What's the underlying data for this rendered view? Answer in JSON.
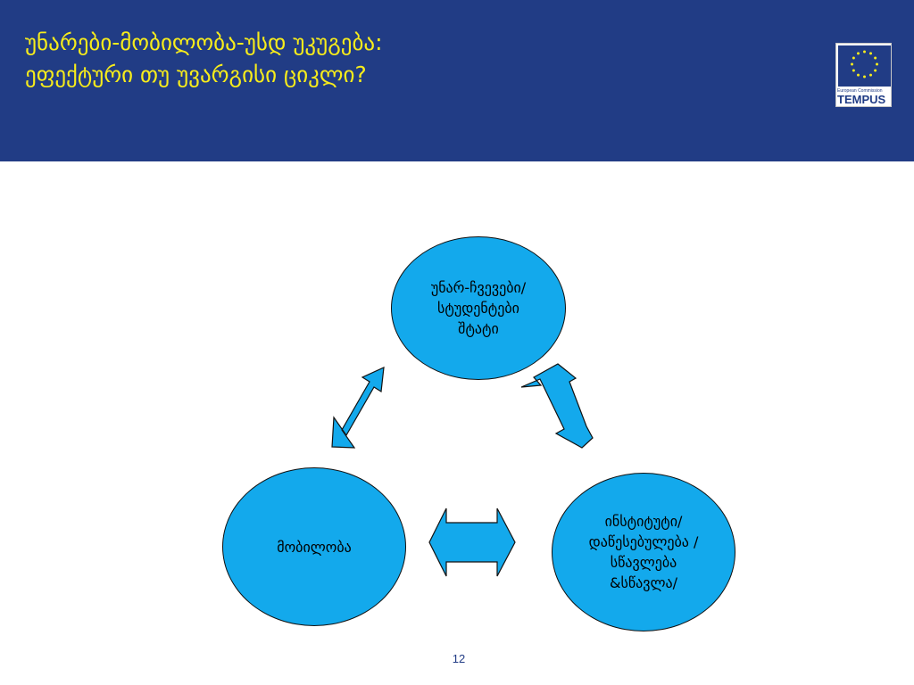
{
  "slide": {
    "title_lines": [
      "უნარები-მობილობა-უსდ უკუგება:",
      "ეფექტური თუ უვარგისი ციკლი?"
    ],
    "page_number": "12"
  },
  "logo": {
    "caption": "European Commission",
    "word": "TEMPUS",
    "colors": {
      "flag": "#213c85",
      "stars": "#f7ec1b"
    }
  },
  "diagram": {
    "nodes": [
      {
        "id": "skills",
        "label": "უნარ-ჩვევები/\nსტუდენტები\nშტატი"
      },
      {
        "id": "mobility",
        "label": "მობილობა"
      },
      {
        "id": "institution",
        "label": "ინსტიტუტი/\nდაწესებულება /\nსწავლება\n&სწავლა/"
      }
    ],
    "arrows": [
      {
        "from": "skills",
        "to": "mobility",
        "type": "double"
      },
      {
        "from": "skills",
        "to": "institution",
        "type": "double"
      },
      {
        "from": "mobility",
        "to": "institution",
        "type": "double"
      }
    ],
    "colors": {
      "node_fill": "#13a9ec",
      "arrow_fill": "#13a9ec",
      "outline": "#111111"
    }
  },
  "colors": {
    "header_bg": "#213c85",
    "title_text": "#f7ec1b"
  }
}
